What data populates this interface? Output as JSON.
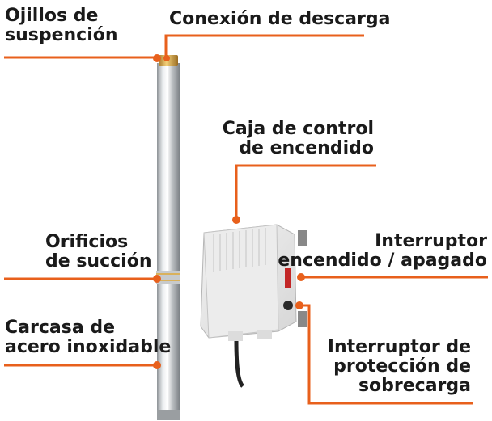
{
  "colors": {
    "accent": "#e8601c",
    "text": "#1a1a1a"
  },
  "labels": {
    "ojillos": [
      "Ojillos de",
      "suspención"
    ],
    "conexion": "Conexión de descarga",
    "caja": [
      "Caja de control",
      "de encendido"
    ],
    "orificios": [
      "Orificios",
      "de succión"
    ],
    "interruptor": [
      "Interruptor",
      "encendido / apagado"
    ],
    "carcasa": [
      "Carcasa de",
      "acero inoxidable"
    ],
    "proteccion": [
      "Interruptor de",
      "protección de",
      "sobrecarga"
    ]
  }
}
